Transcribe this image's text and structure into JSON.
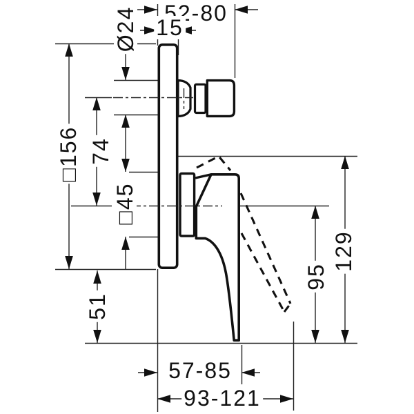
{
  "drawing": {
    "subject": "wall-mounted single-lever mixer, side profile technical dimension drawing",
    "background_color": "#ffffff",
    "line_color": "#111111",
    "dimensions_mm": {
      "spout_projection_range": "52-80",
      "plate_thickness": "15",
      "spout_connection_diameter": "Ø24",
      "plate_square_height": "□156",
      "spout_axis_to_handle_axis": "74",
      "sleeve_square_size": "□45",
      "plate_bottom_to_handle_tip": "51",
      "handle_axis_to_tip": "95",
      "raised_handle_height": "129",
      "handle_depth_range": "57-85",
      "max_depth_range": "93-121"
    }
  }
}
